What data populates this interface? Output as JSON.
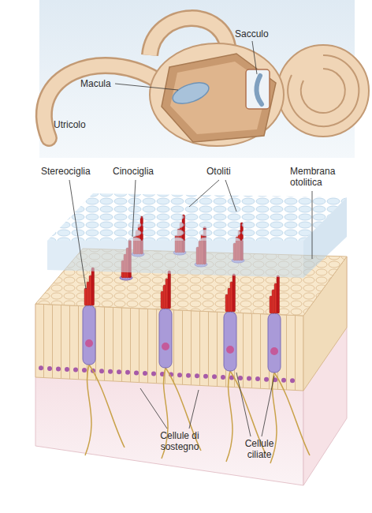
{
  "diagram": {
    "labels": [
      "Sacculo",
      "Macula",
      "Utricolo",
      "Stereociglia",
      "Cinociglia",
      "Otoliti",
      "Membrana otolitica",
      "Cellule di sostegno",
      "Cellule ciliate"
    ]
  }
}
